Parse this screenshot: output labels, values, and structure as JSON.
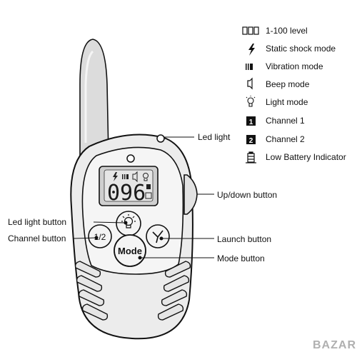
{
  "legend": {
    "items": [
      {
        "icon": "level-digits-icon",
        "label": "1-100 level"
      },
      {
        "icon": "lightning-icon",
        "label": "Static shock mode"
      },
      {
        "icon": "vibration-icon",
        "label": "Vibration mode"
      },
      {
        "icon": "beep-icon",
        "label": "Beep mode"
      },
      {
        "icon": "bulb-icon",
        "label": "Light mode"
      },
      {
        "icon": "channel-1-icon",
        "label": "Channel 1",
        "badge": "1"
      },
      {
        "icon": "channel-2-icon",
        "label": "Channel 2",
        "badge": "2"
      },
      {
        "icon": "battery-icon",
        "label": "Low Battery Indicator"
      }
    ]
  },
  "callouts": {
    "led_light": "Led light",
    "updown_button": "Up/down button",
    "led_light_button": "Led light button",
    "channel_button": "Channel button",
    "launch_button": "Launch button",
    "mode_button": "Mode button"
  },
  "remote": {
    "lcd_value": "096",
    "mode_button_label": "Mode",
    "channel_button_label": "1/2"
  },
  "watermark": "BAZAR"
}
